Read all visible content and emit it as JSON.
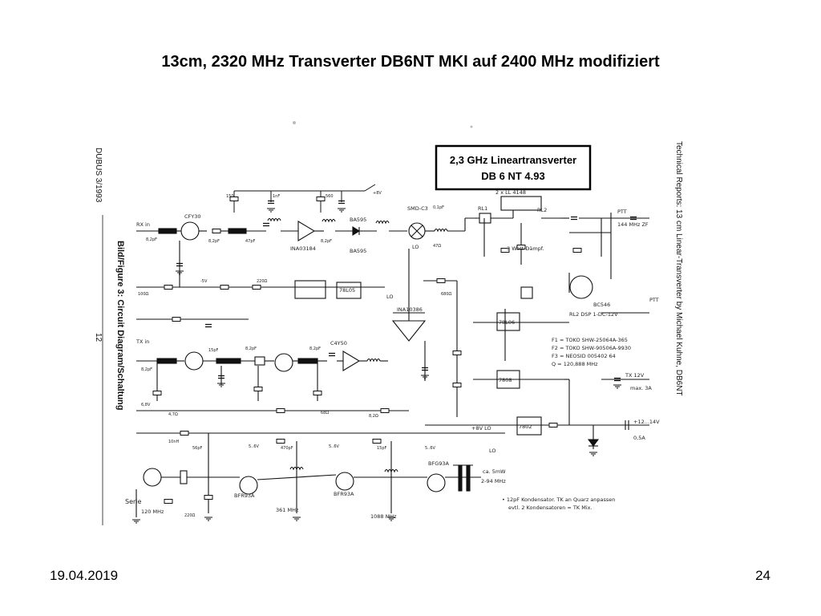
{
  "slide": {
    "title": "13cm, 2320 MHz Transverter DB6NT MKI auf 2400 MHz modifiziert",
    "date": "19.04.2019",
    "page_number": "24"
  },
  "scan": {
    "left_margin_top": "DUBUS 3/1993",
    "left_margin_figure": "Bild/Figure 3: Circuit Diagram/Schaltung",
    "left_margin_page": "12",
    "right_margin": "Technical Reports: 13 cm Linear-Transverter by Michael Kuhne, DB6NT",
    "title_box_line1": "2,3 GHz Lineartransverter",
    "title_box_line2": "DB 6 NT  4.93",
    "labels": {
      "rx_in": "RX in",
      "cf_300": "CFY30",
      "ina_03184": "INA03184",
      "ba595_a": "BA595",
      "ba595_b": "BA595",
      "smd_c3": "SMD-C3",
      "lo_1": "LO",
      "rl1": "RL1",
      "rl2": "RL2",
      "ptt_1": "PTT",
      "if_out": "144 MHz ZF",
      "relay_label": "2 x LL 4148",
      "att": "3 Watt Dämpf.",
      "lo_2": "LO",
      "ina_10386": "INA10386",
      "c4y50": "C4Y50",
      "ic_7805": "78L05",
      "ic_7806": "78L06",
      "ic_7808": "7808",
      "ic_7802": "7802",
      "tx_in": "TX in",
      "bc_546": "BC546",
      "rl_note": "RL2 DSP 1-DC-12V",
      "ptt_2": "PTT",
      "tx_12v": "TX 12V",
      "max_3a": "max. 3A",
      "plus12v": "+12...14V",
      "fuse": "0,5A",
      "notes_f1": "F1 = TOKO SHW-25064A-365",
      "notes_f2": "F2 = TOKO SHW-90506A-9930",
      "notes_f3": "F3 = NEOSID 005402 64",
      "notes_q": "Q = 120,888 MHz",
      "plus_8v_lo": "+8V LO",
      "lo_3": "LO",
      "lo_out": "ca. 5mW",
      "lo_freq": "2-94 MHz",
      "bfr_a": "BFR93A",
      "bfr_b": "BFR93A",
      "bfr_c": "BFG93A",
      "q_freq_1": "120 MHz",
      "q_freq_2": "361 MHz",
      "q_freq_3": "1088 MHz",
      "serie": "Serie",
      "note_line1": "• 12pF Kondensator. TK an Quarz anpassen",
      "note_line2": "evtl. 2 Kondensatoren = TK Mix."
    }
  }
}
